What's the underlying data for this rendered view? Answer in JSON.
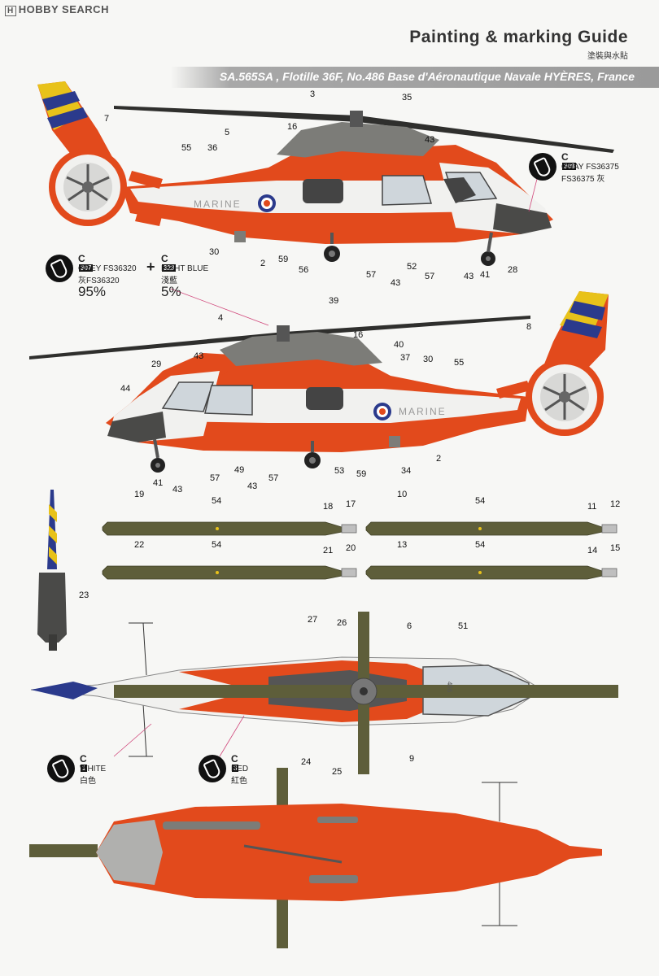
{
  "watermark": "HOBBY SEARCH",
  "title": "Painting & marking Guide",
  "subtitle": "塗裝與水貼",
  "banner": "SA.565SA , Flotille 36F, No.486 Base d'Aéronautique Navale HYÈRES, France",
  "fuselage_text": "MARINE",
  "serial": "486",
  "colors": {
    "red": "#e24a1c",
    "white": "#f1f1ef",
    "grey": "#7c7c78",
    "olive": "#5e5e3a",
    "dark": "#3a3a38",
    "blue": "#2b3a8c",
    "yellow": "#e8c21a"
  },
  "legend": {
    "gray": {
      "code": "C",
      "num": "308",
      "l1": "GRAY FS36375",
      "l2": "FS36375 灰"
    },
    "grey": {
      "code": "C",
      "num": "307",
      "l1": "GREY FS36320",
      "l2": "灰FS36320",
      "pct": "95%"
    },
    "lightblue": {
      "code": "C",
      "num": "323",
      "l1": "LIGHT BLUE",
      "l2": "淺藍",
      "pct": "5%"
    },
    "white": {
      "code": "C",
      "num": "1",
      "l1": "WHITE",
      "l2": "白色"
    },
    "red": {
      "code": "C",
      "num": "3",
      "l1": "RED",
      "l2": "紅色"
    }
  },
  "plus_sign": "+",
  "profile1_callouts": [
    "7",
    "3",
    "35",
    "16",
    "5",
    "43",
    "55",
    "36",
    "30",
    "2",
    "59",
    "56",
    "57",
    "43",
    "52",
    "57",
    "43",
    "41",
    "28"
  ],
  "profile2_callouts": [
    "39",
    "4",
    "8",
    "16",
    "40",
    "43",
    "37",
    "30",
    "55",
    "29",
    "44",
    "41",
    "43",
    "57",
    "49",
    "43",
    "57",
    "53",
    "59",
    "34",
    "2"
  ],
  "blade_callouts": [
    "19",
    "54",
    "18",
    "17",
    "10",
    "54",
    "11",
    "12",
    "22",
    "54",
    "21",
    "20",
    "13",
    "54",
    "14",
    "15"
  ],
  "tail_callout": "23",
  "top_callouts": [
    "27",
    "26",
    "6",
    "51",
    "24",
    "25",
    "9"
  ]
}
